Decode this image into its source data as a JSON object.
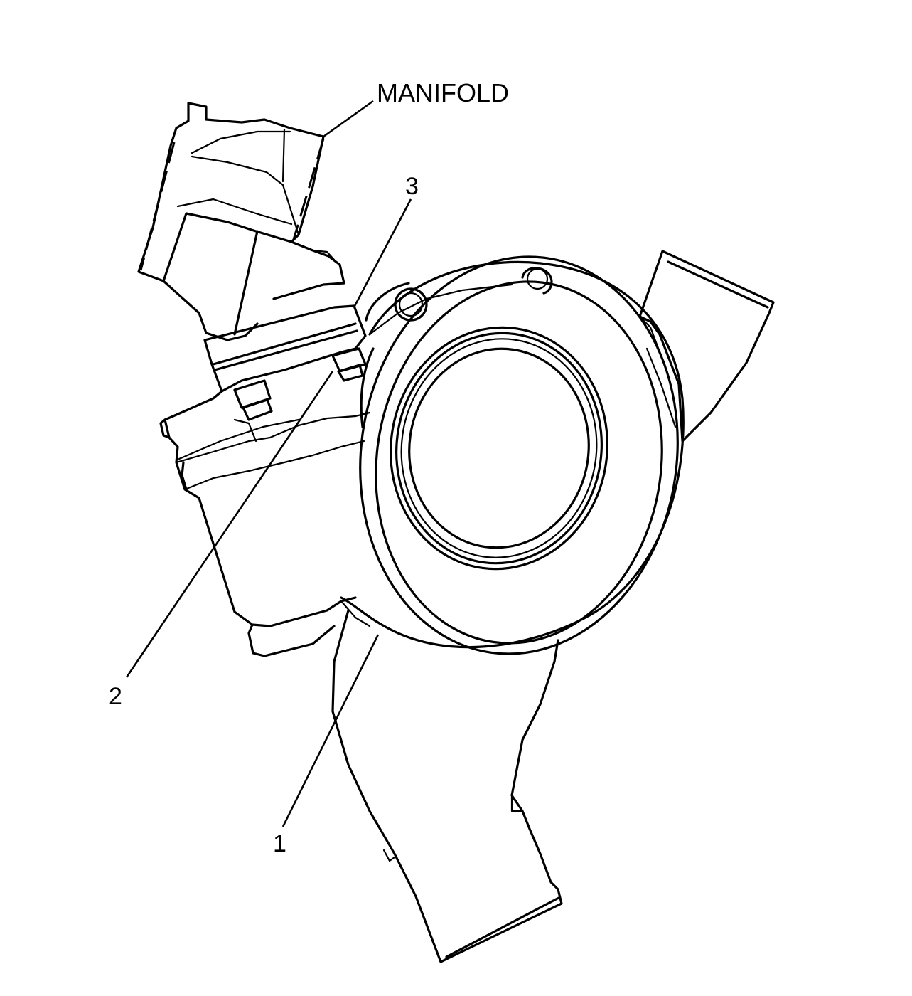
{
  "labels": {
    "manifold": "MANIFOLD",
    "callout_1": "1",
    "callout_2": "2",
    "callout_3": "3"
  }
}
